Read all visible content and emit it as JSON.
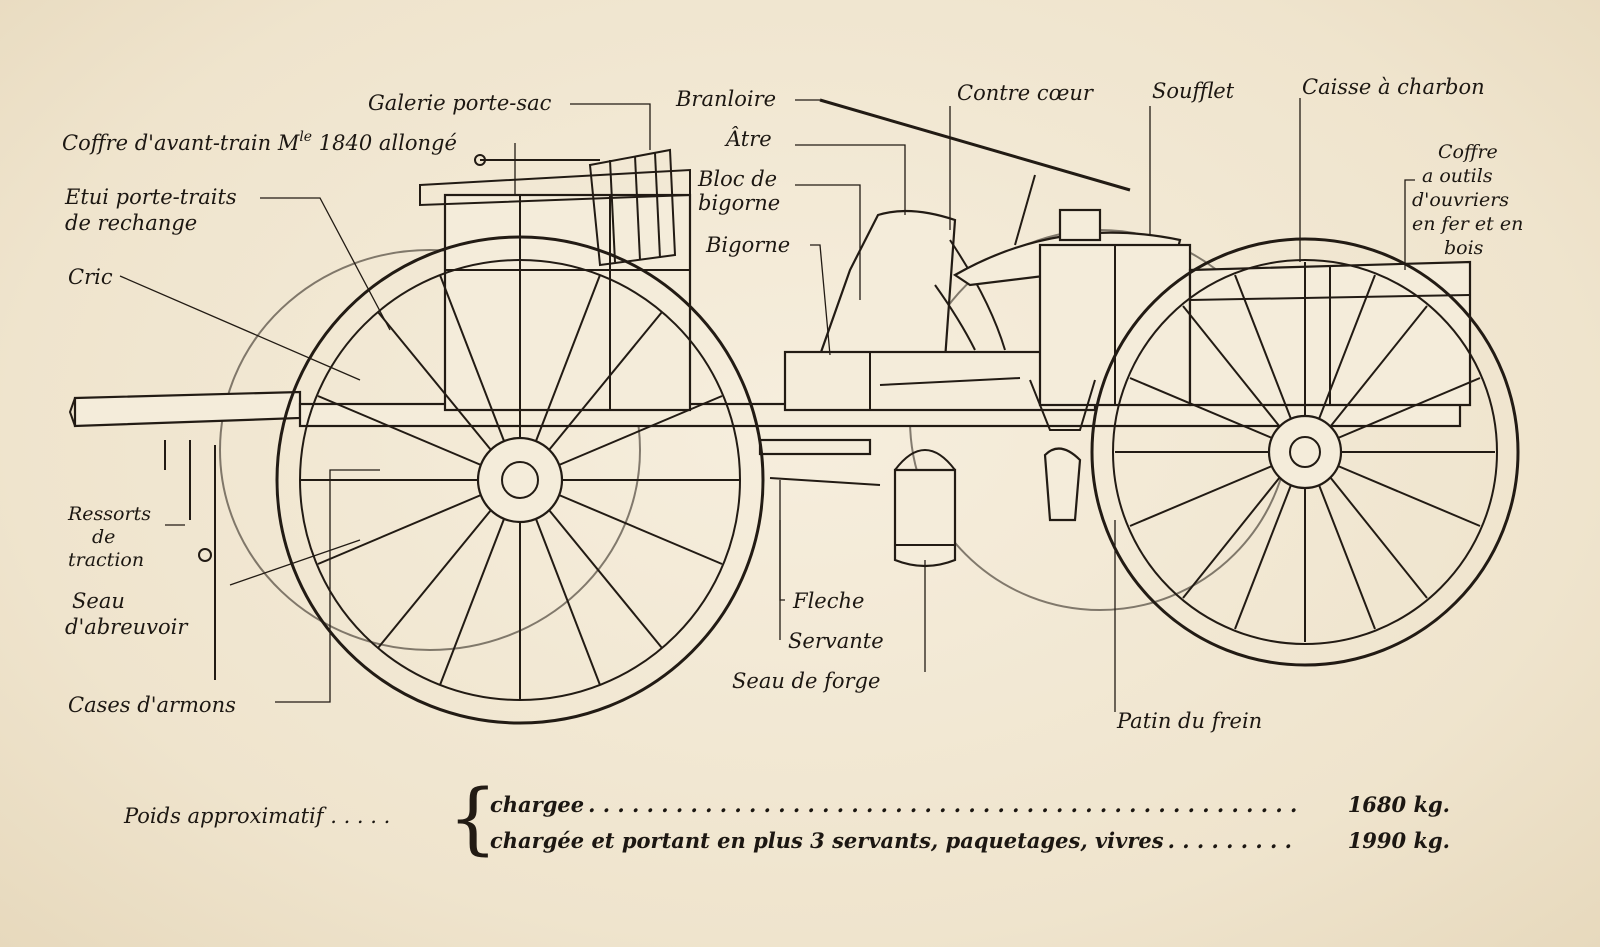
{
  "labels": {
    "galerie": "Galerie porte-sac",
    "coffre_avant": "Coffre d'avant-train M",
    "coffre_avant_sup": "le",
    "coffre_avant_suffix": " 1840 allongé",
    "etui_1": "Etui porte-traits",
    "etui_2": "de rechange",
    "cric": "Cric",
    "ressorts_1": "Ressorts",
    "ressorts_2": "de",
    "ressorts_3": "traction",
    "seau_abr_1": "Seau",
    "seau_abr_2": "d'abreuvoir",
    "cases": "Cases d'armons",
    "branloire": "Branloire",
    "atre": "Âtre",
    "bloc_1": "Bloc de",
    "bloc_2": "bigorne",
    "bigorne": "Bigorne",
    "contre_coeur": "Contre cœur",
    "soufflet": "Soufflet",
    "caisse": "Caisse à charbon",
    "coffre_outils_1": "Coffre",
    "coffre_outils_2": "a outils",
    "coffre_outils_3": "d'ouvriers",
    "coffre_outils_4": "en fer et en",
    "coffre_outils_5": "bois",
    "fleche": "Fleche",
    "servante": "Servante",
    "seau_forge": "Seau de forge",
    "patin": "Patin du frein"
  },
  "weights": {
    "title": "Poids approximatif . . . . .",
    "row1_label": "chargee",
    "row1_value": "1680 kg.",
    "row2_label": "chargée et portant en plus 3 servants, paquetages, vivres",
    "row2_value": "1990 kg."
  },
  "colors": {
    "paper": "#f2e9d6",
    "ink": "#221b14"
  }
}
